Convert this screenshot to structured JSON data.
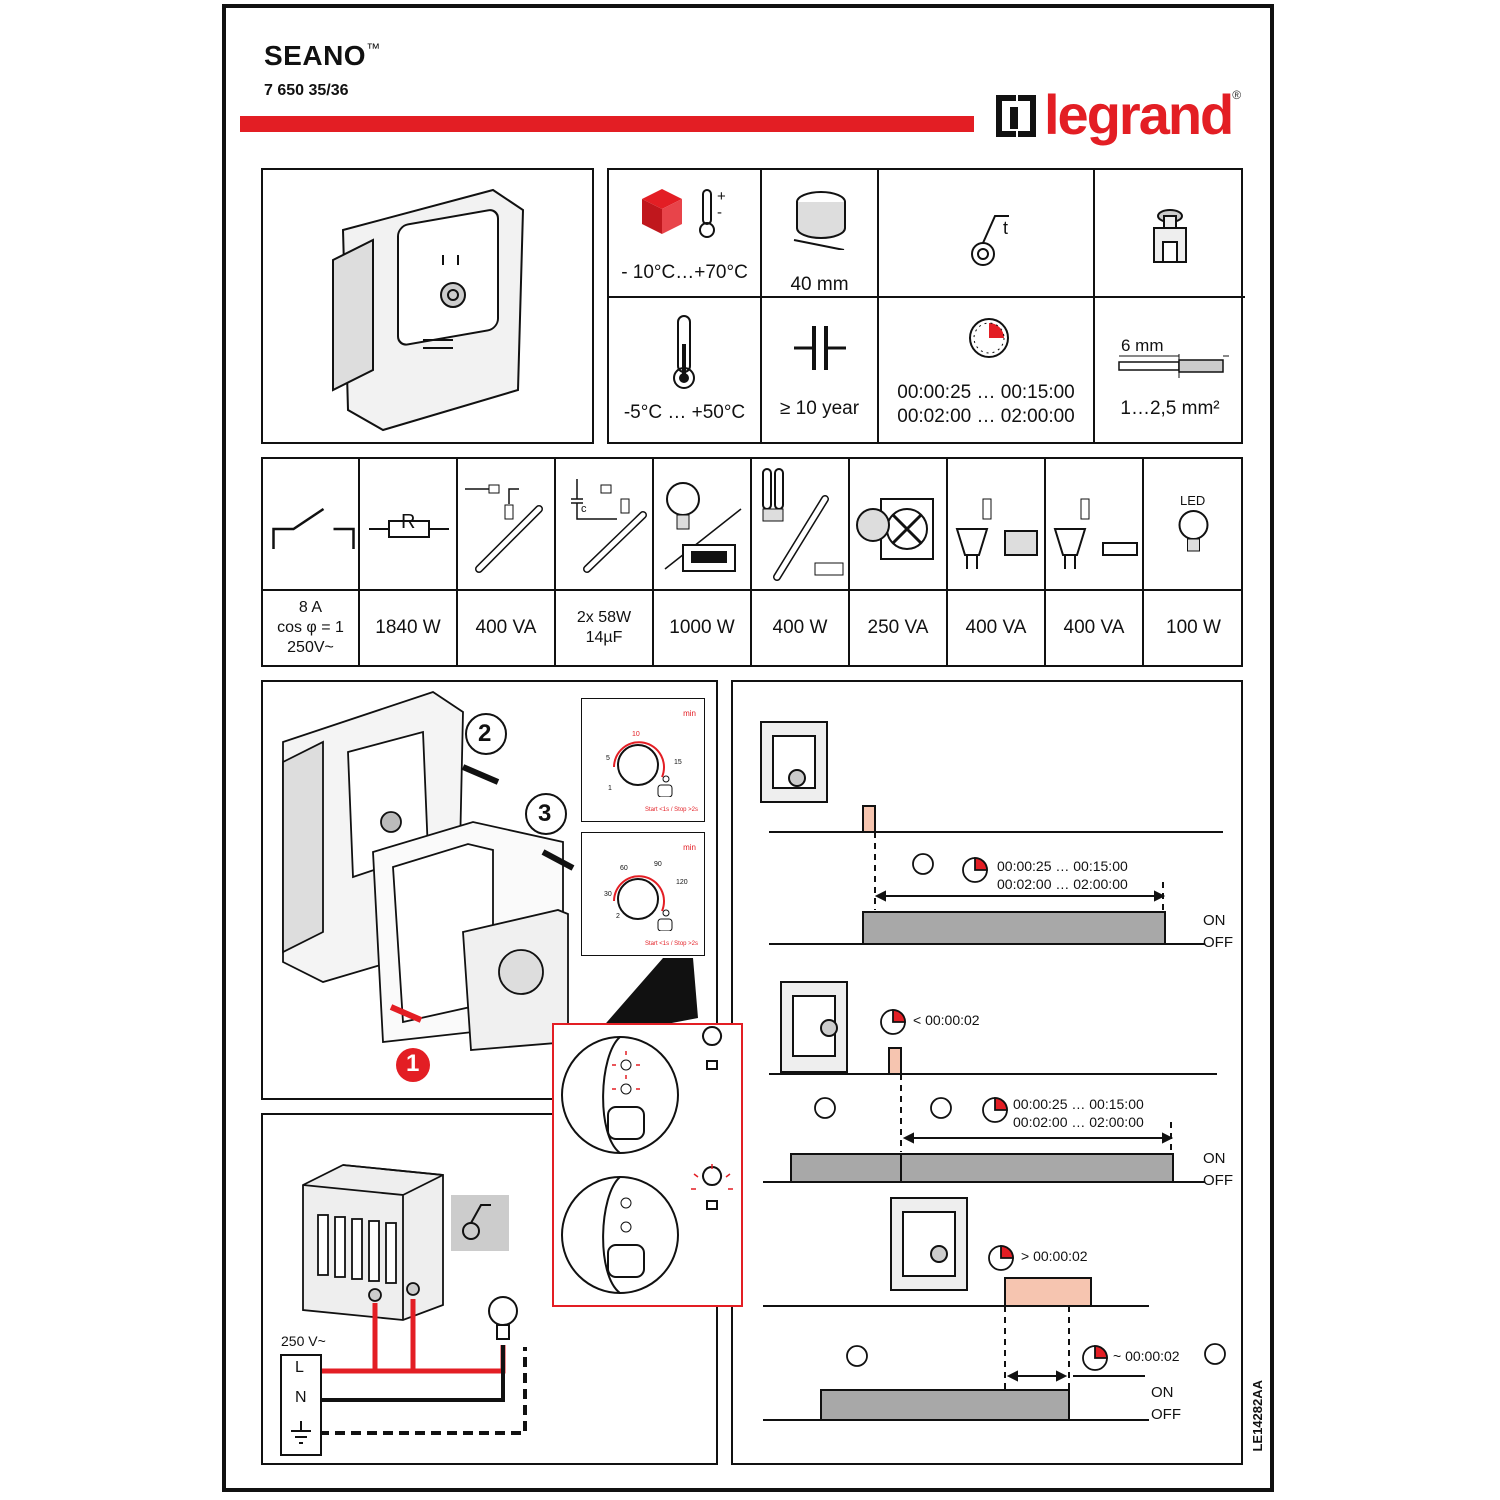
{
  "header": {
    "product": "SEANO",
    "trademark": "™",
    "reference": "7 650 35/36",
    "brand": "legrand",
    "registered": "®"
  },
  "specs": {
    "storage_temp": "- 10°C…+70°C",
    "box_depth": "40 mm",
    "operating_temp": "-5°C … +50°C",
    "life": "≥ 10 year",
    "timer_range_1": "00:00:25 … 00:15:00",
    "timer_range_2": "00:02:00 … 02:00:00",
    "strip_length": "6 mm",
    "wire_section": "1…2,5 mm²",
    "temp_plus": "+",
    "temp_minus": "-",
    "timer_symbol_t": "t"
  },
  "loads": {
    "resistor_letter": "R",
    "capacitor_letter": "c",
    "led_label": "LED",
    "values": [
      [
        "8 A",
        "cos φ = 1",
        "250V~"
      ],
      [
        "1840 W"
      ],
      [
        "400 VA"
      ],
      [
        "2x 58W",
        "14µF"
      ],
      [
        "1000 W"
      ],
      [
        "400 W"
      ],
      [
        "250 VA"
      ],
      [
        "400 VA"
      ],
      [
        "400 VA"
      ],
      [
        "100 W"
      ]
    ]
  },
  "install": {
    "steps": [
      "1",
      "2",
      "3"
    ],
    "dial_min": "min",
    "dial1_scale": [
      "1",
      "5",
      "10",
      "15"
    ],
    "dial2_scale": [
      "2",
      "30",
      "60",
      "90",
      "120"
    ],
    "dial_footer": "Start <1s / Stop >2s"
  },
  "wiring": {
    "supply": "250 V~",
    "terminals": [
      "L",
      "N"
    ]
  },
  "timing": {
    "range_1": "00:00:25 … 00:15:00",
    "range_2": "00:02:00 … 02:00:00",
    "short_press": "< 00:00:02",
    "long_press": "> 00:00:02",
    "off_delay": "~ 00:00:02",
    "on": "ON",
    "off": "OFF"
  },
  "doc_ref": "LE14282AA",
  "colors": {
    "brand_red": "#e31e24",
    "bar_grey": "#a8a8a8",
    "pulse_pink": "#f6c5b0"
  }
}
